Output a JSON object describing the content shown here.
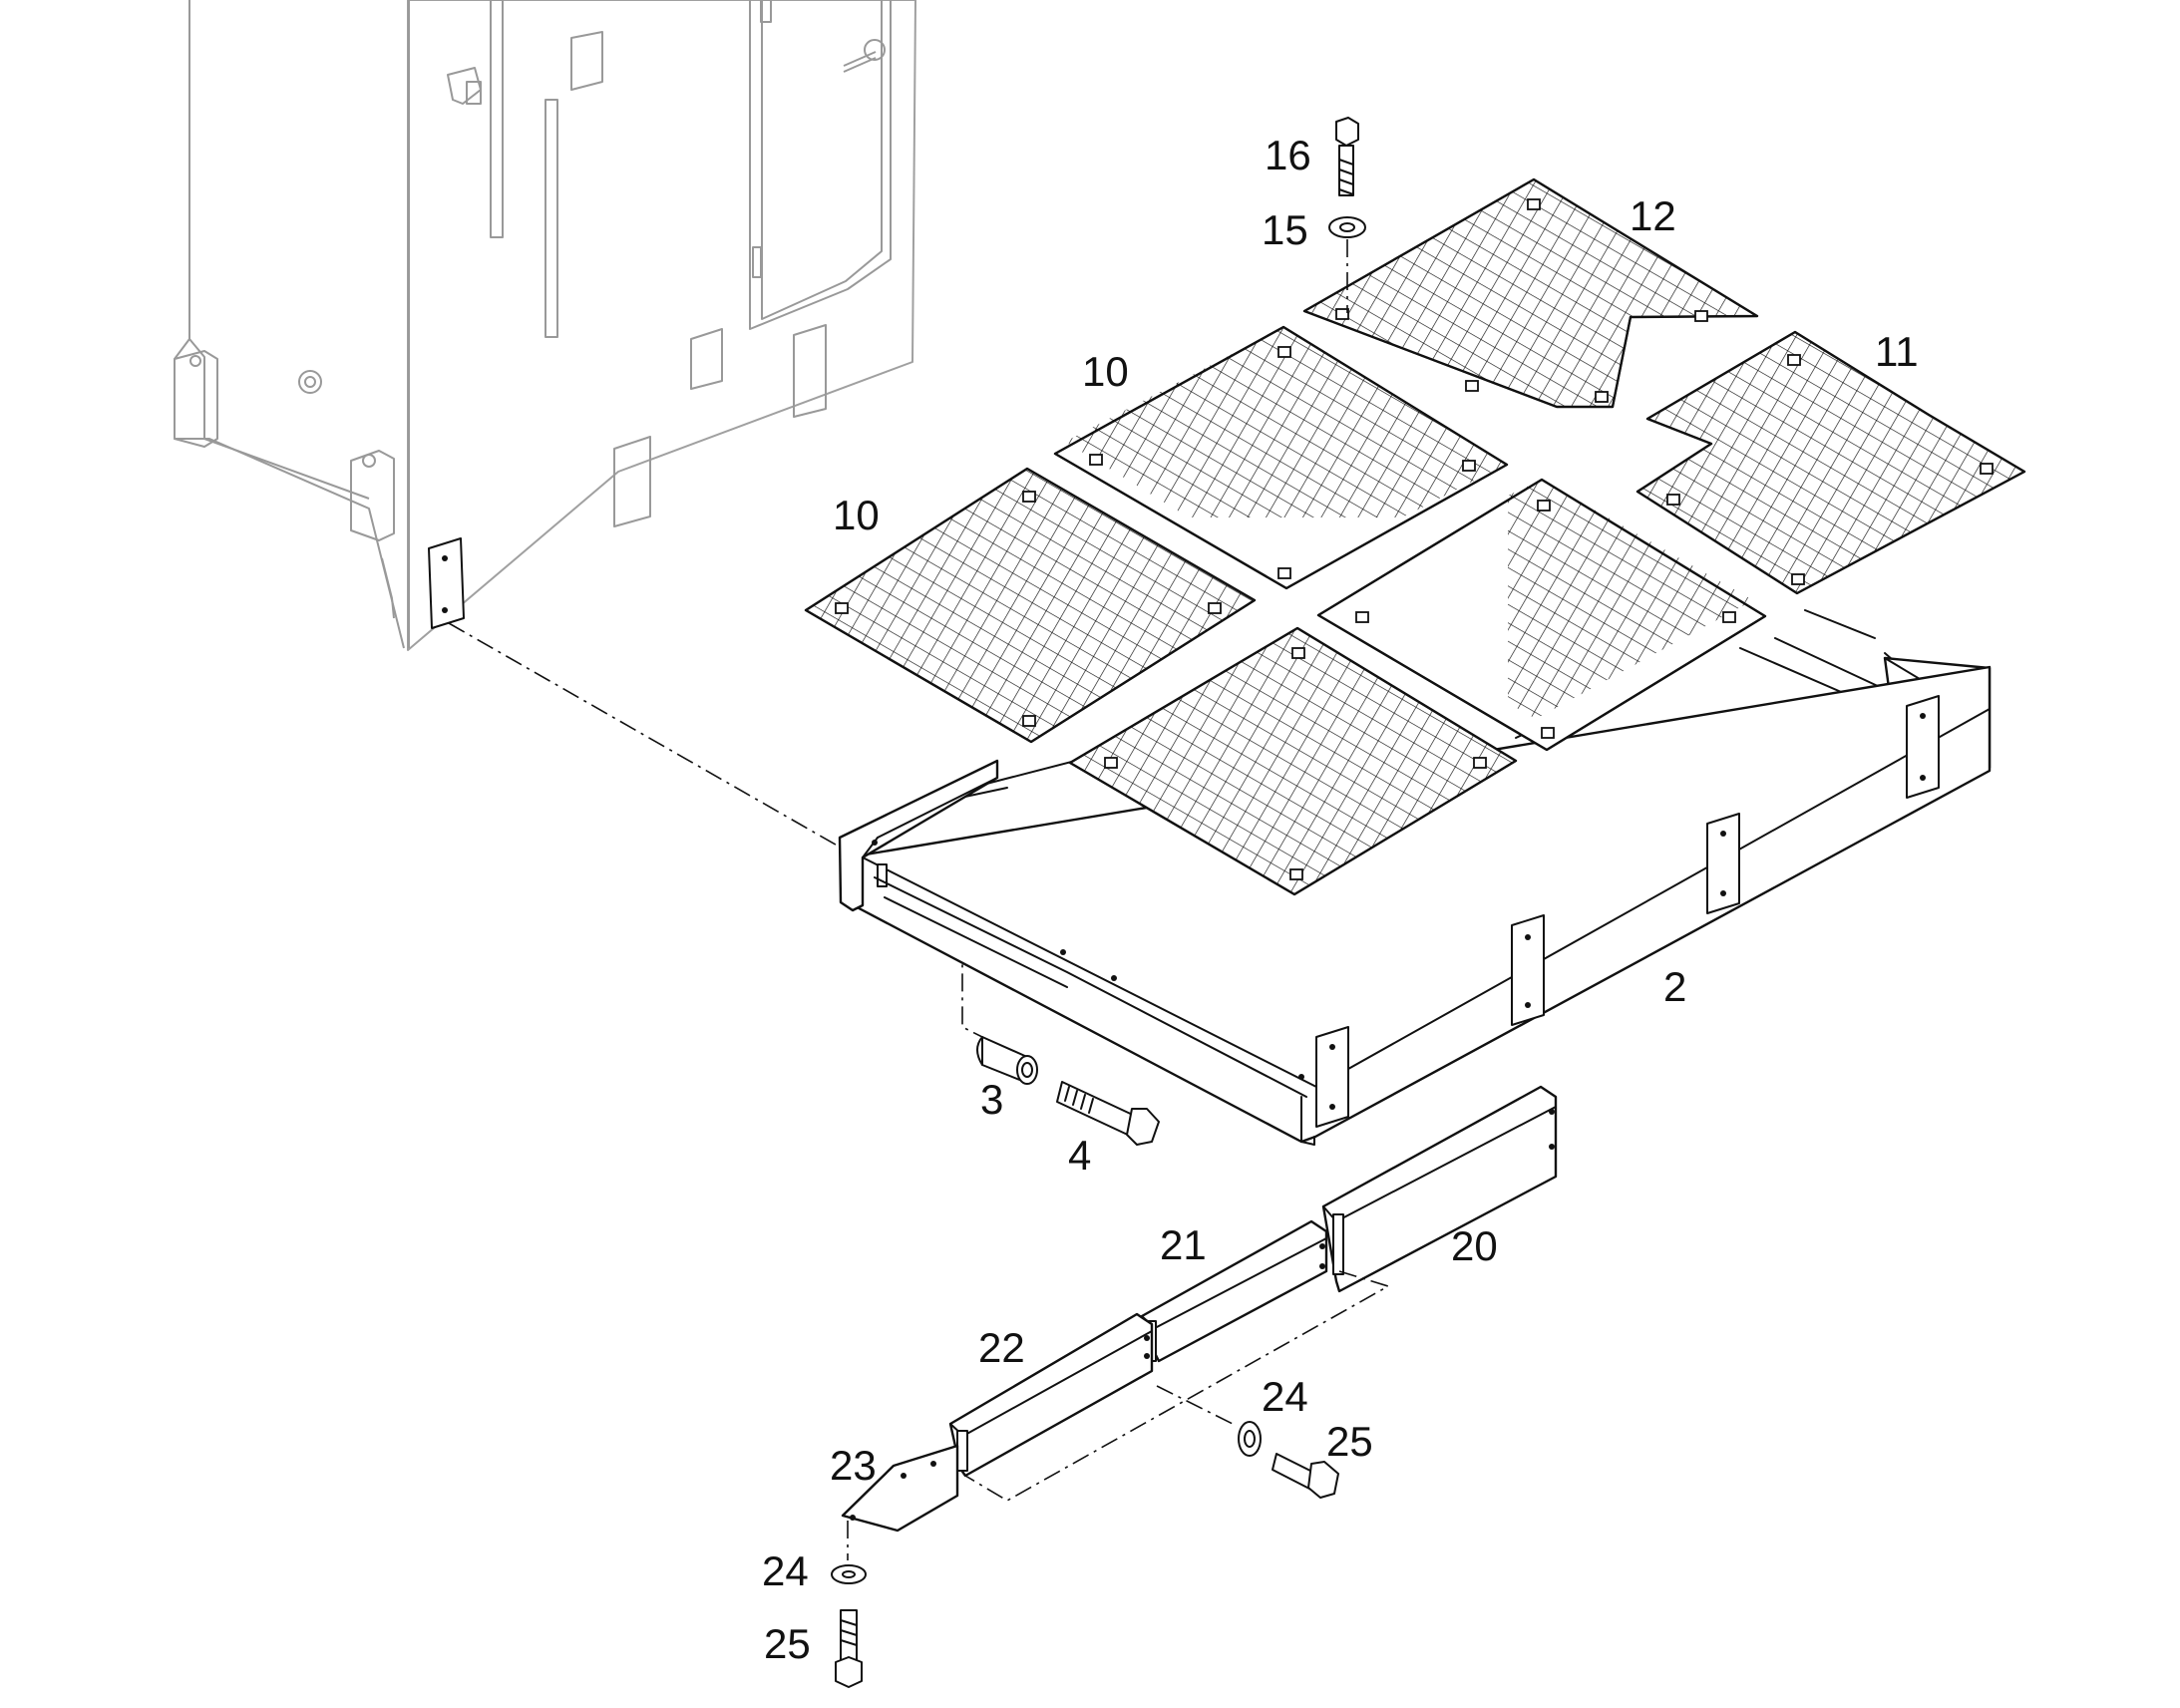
{
  "callouts": [
    {
      "id": "2",
      "text": "2"
    },
    {
      "id": "3",
      "text": "3"
    },
    {
      "id": "4",
      "text": "4"
    },
    {
      "id": "10a",
      "text": "10"
    },
    {
      "id": "10b",
      "text": "10"
    },
    {
      "id": "11",
      "text": "11"
    },
    {
      "id": "12",
      "text": "12"
    },
    {
      "id": "15",
      "text": "15"
    },
    {
      "id": "16",
      "text": "16"
    },
    {
      "id": "20",
      "text": "20"
    },
    {
      "id": "21",
      "text": "21"
    },
    {
      "id": "22",
      "text": "22"
    },
    {
      "id": "23",
      "text": "23"
    },
    {
      "id": "24a",
      "text": "24"
    },
    {
      "id": "24b",
      "text": "24"
    },
    {
      "id": "25a",
      "text": "25"
    },
    {
      "id": "25b",
      "text": "25"
    }
  ]
}
